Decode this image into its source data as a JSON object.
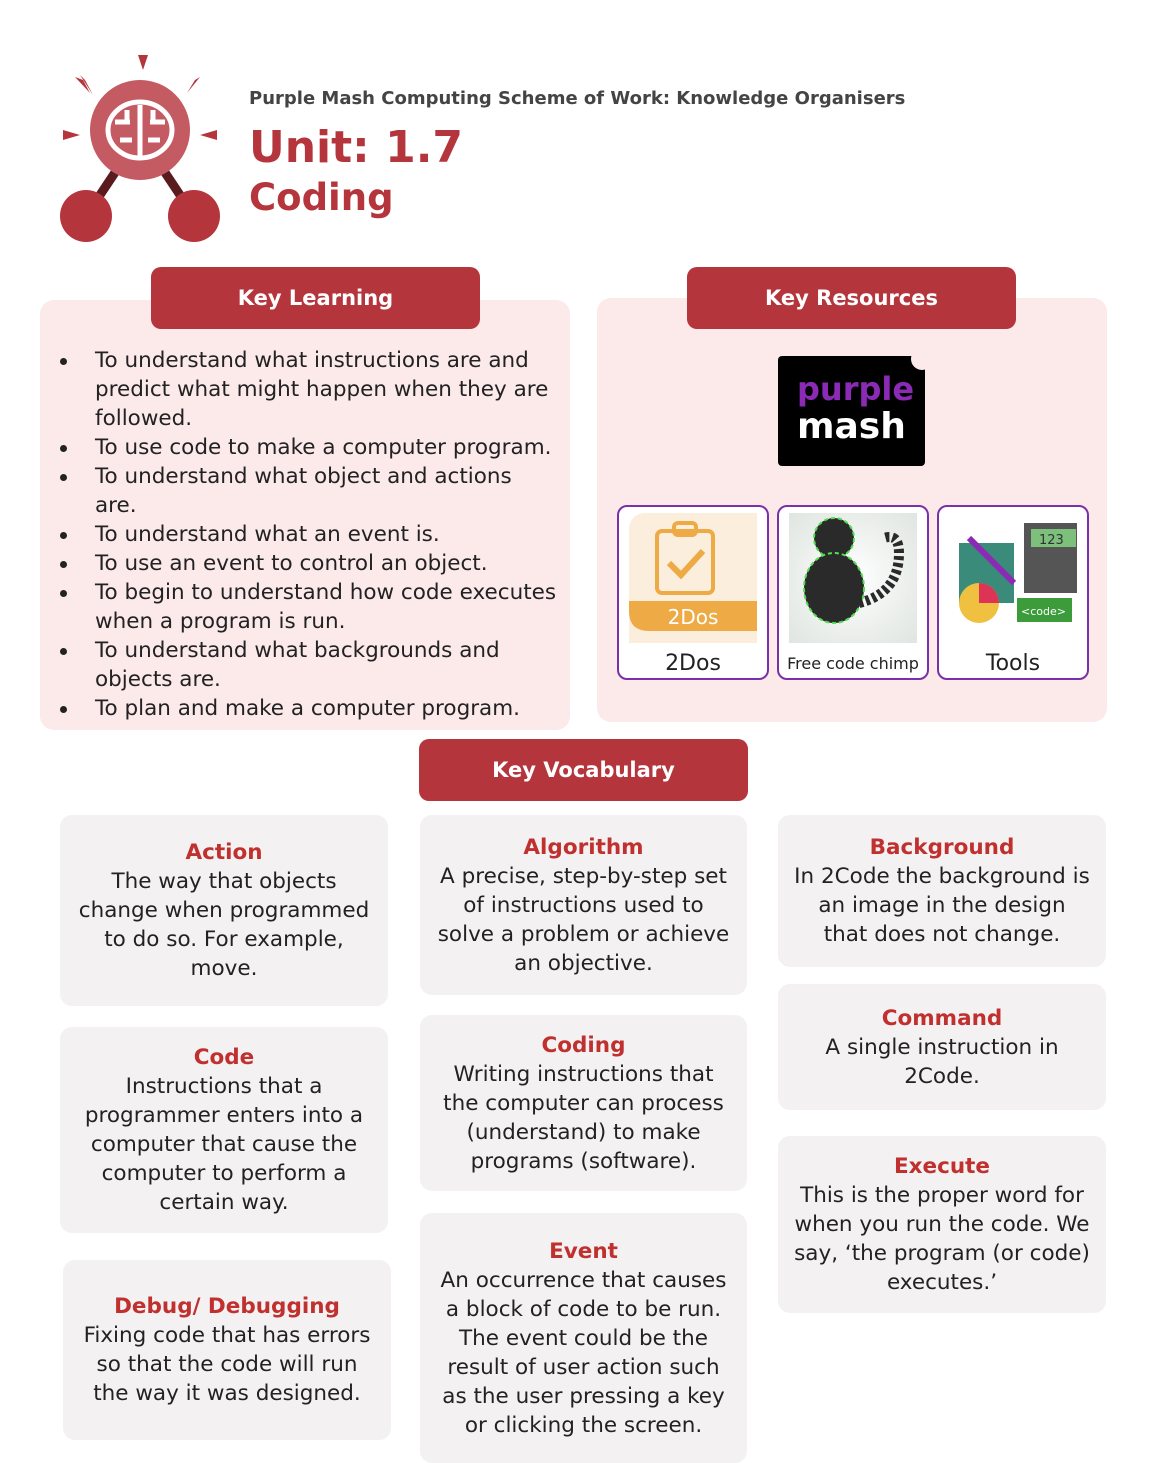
{
  "header": {
    "subtitle": "Purple Mash Computing Scheme of Work: Knowledge Organisers",
    "unit": "Unit: 1.7",
    "unit_name": "Coding",
    "logo_icon": "brain-icon"
  },
  "colors": {
    "accent": "#b5353d",
    "panel": "#fce9ea",
    "card": "#f3f1f1",
    "purple": "#7b2fa8"
  },
  "key_learning": {
    "title": "Key Learning",
    "items": [
      "To understand what instructions are and predict what might happen when they are followed.",
      "To use code to make a computer program.",
      "To understand what object and actions are.",
      "To understand what an event is.",
      "To use an event to control an object.",
      "To begin to understand how code executes when a program is run.",
      "To understand what backgrounds and objects are.",
      "To plan and make a computer program."
    ]
  },
  "key_resources": {
    "title": "Key Resources",
    "logo_top": "purple",
    "logo_bottom": "mash",
    "tiles": [
      {
        "label": "2Dos",
        "badge": "2Dos"
      },
      {
        "label": "Free code chimp"
      },
      {
        "label": "Tools",
        "screen": "123",
        "block": "<code>"
      }
    ]
  },
  "key_vocabulary": {
    "title": "Key Vocabulary",
    "terms": [
      {
        "term": "Action",
        "def": "The way that objects change when programmed to do so. For example, move."
      },
      {
        "term": "Algorithm",
        "def": "A precise, step-by-step set of instructions used to solve a problem or achieve an objective."
      },
      {
        "term": "Background",
        "def": "In 2Code the background is an image in the design that does not change."
      },
      {
        "term": "Code",
        "def": "Instructions that a programmer enters into a computer that cause the computer to perform a certain way."
      },
      {
        "term": "Coding",
        "def": "Writing instructions that the computer can process (understand) to make programs (software)."
      },
      {
        "term": "Command",
        "def": "A single instruction in 2Code."
      },
      {
        "term": "Debug/ Debugging",
        "def": "Fixing code that has errors so that the code will run the way it was designed."
      },
      {
        "term": "Event",
        "def": "An occurrence that causes a block of code to be run. The event could be the result of user action such as the user pressing a key or clicking the screen."
      },
      {
        "term": "Execute",
        "def": "This is the proper word for when you run the code. We say, ‘the program (or code) executes.’"
      }
    ]
  }
}
